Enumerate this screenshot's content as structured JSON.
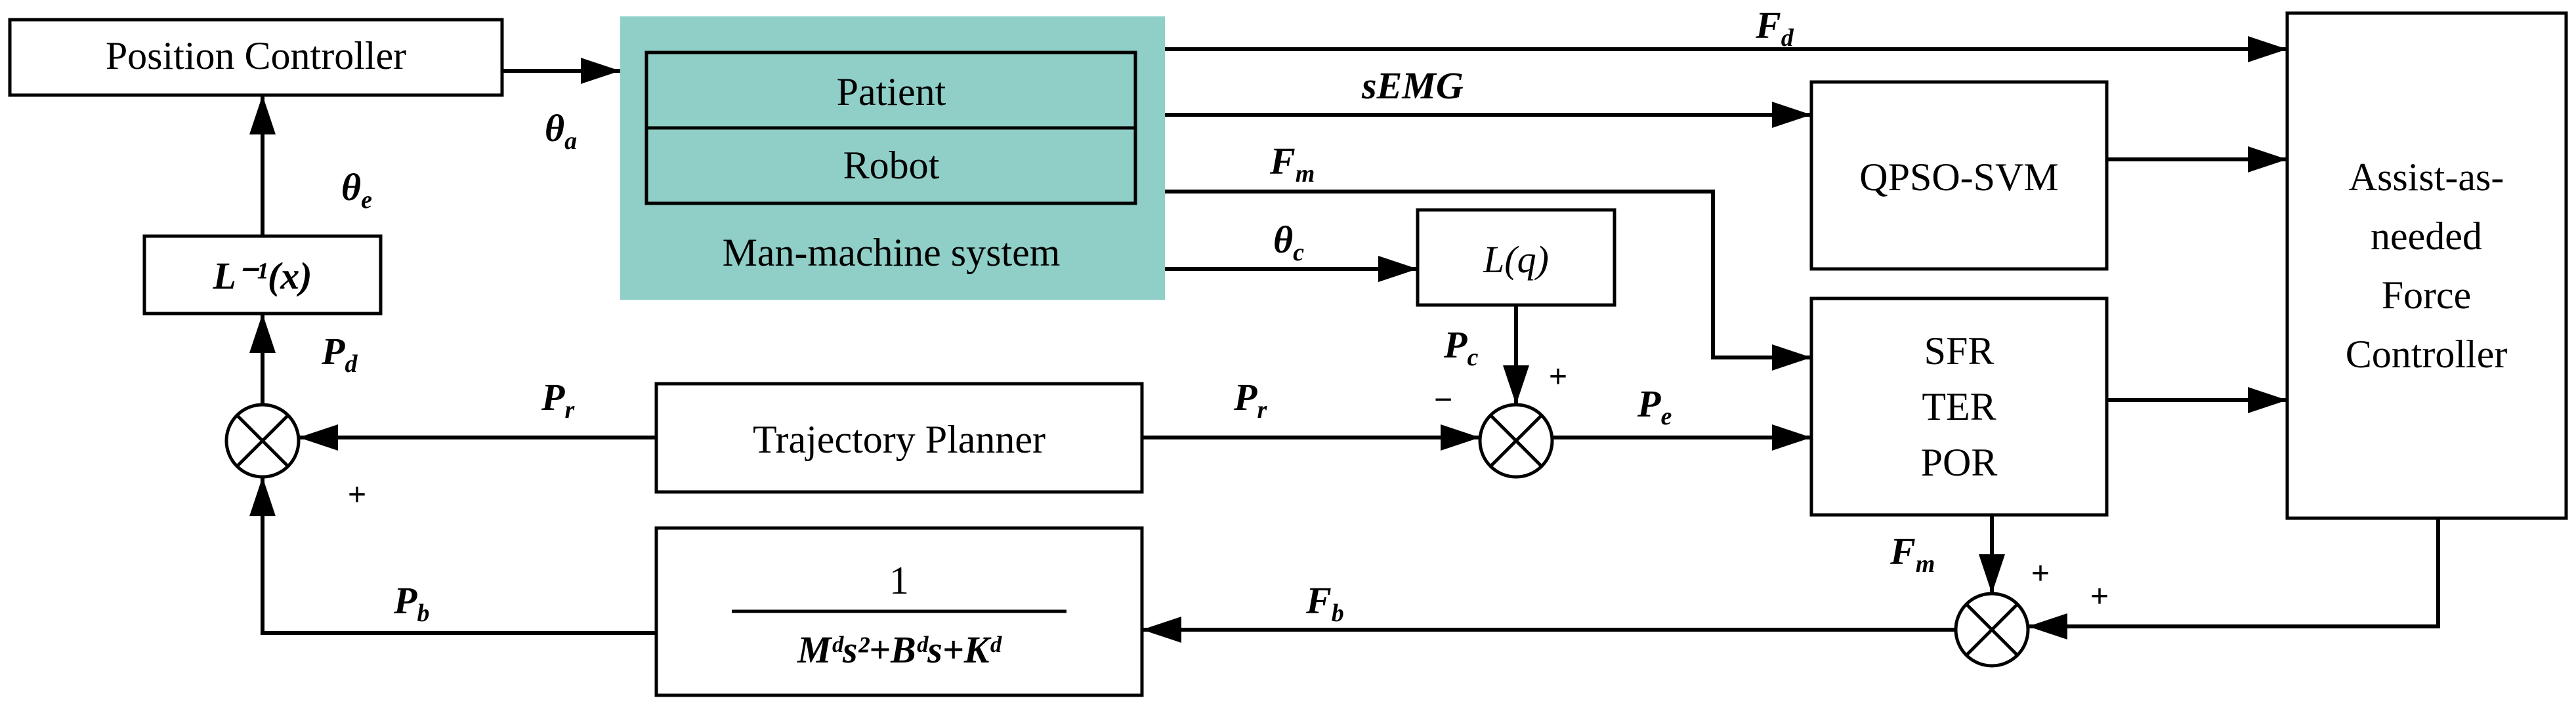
{
  "colors": {
    "man_machine_fill": "#8FCFC7",
    "line": "#000000",
    "background": "#ffffff"
  },
  "blocks": {
    "position_controller": "Position Controller",
    "patient": "Patient",
    "robot": "Robot",
    "man_machine_system": "Man-machine system",
    "qpso_svm": "QPSO-SVM",
    "trajectory_planner": "Trajectory Planner",
    "l_inverse": "L⁻¹(x)",
    "l_q": "L(q)",
    "indices": [
      "SFR",
      "TER",
      "POR"
    ],
    "assist_controller": [
      "Assist-as-",
      "needed",
      "Force",
      "Controller"
    ],
    "admittance_numerator": "1",
    "admittance_denominator": "Mᵈs²+Bᵈs+Kᵈ"
  },
  "signals": {
    "fd": "F",
    "fd_sub": "d",
    "semg": "sEMG",
    "fm_top": "F",
    "fm_top_sub": "m",
    "theta_a": "θ",
    "theta_a_sub": "a",
    "theta_e": "θ",
    "theta_e_sub": "e",
    "theta_c": "θ",
    "theta_c_sub": "c",
    "pd": "P",
    "pd_sub": "d",
    "pr_left": "P",
    "pr_left_sub": "r",
    "pr_right": "P",
    "pr_right_sub": "r",
    "pc": "P",
    "pc_sub": "c",
    "pe": "P",
    "pe_sub": "e",
    "pb": "P",
    "pb_sub": "b",
    "fb": "F",
    "fb_sub": "b",
    "fm_bottom": "F",
    "fm_bottom_sub": "m"
  },
  "signs": {
    "sum_left_bottom": "+",
    "sum_mid_minus": "−",
    "sum_mid_plus": "+",
    "sum_bottom_left_plus": "+",
    "sum_bottom_right_plus": "+"
  }
}
